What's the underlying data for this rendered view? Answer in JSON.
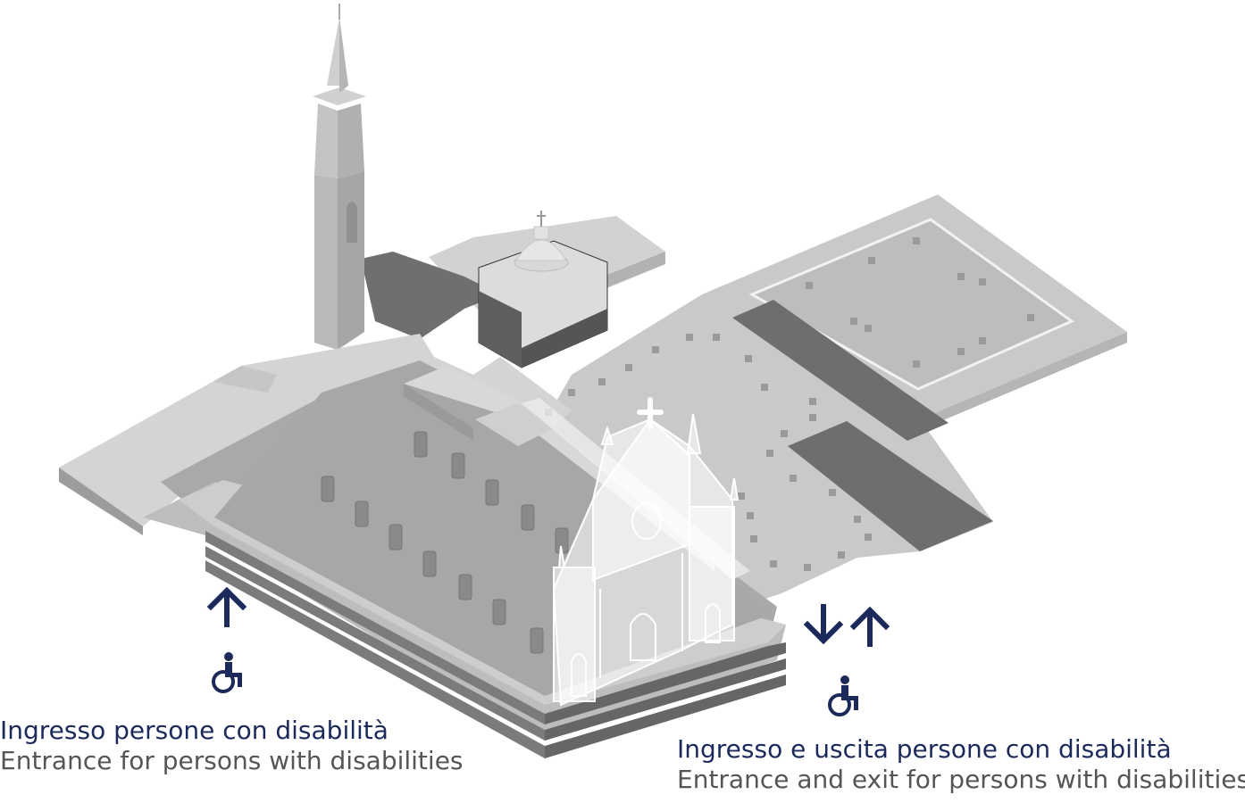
{
  "colors": {
    "accent": "#1b2a5a",
    "text_en": "#555555",
    "ground_light": "#c8c8c8",
    "ground_dark": "#7a7a7a",
    "paving": "#d6d6d6",
    "wall_side": "#9b9b9b",
    "church_glass": "#ffffff"
  },
  "entrances": [
    {
      "label_it": "Ingresso persone con disabilità",
      "label_en": "Entrance for persons with disabilities",
      "icons": [
        "arrow-up-icon",
        "wheelchair-icon"
      ]
    },
    {
      "label_it": "Ingresso e uscita persone con disabilità",
      "label_en": "Entrance and exit for persons with disabilities",
      "icons": [
        "arrow-down-icon",
        "arrow-up-icon",
        "wheelchair-icon"
      ]
    }
  ]
}
